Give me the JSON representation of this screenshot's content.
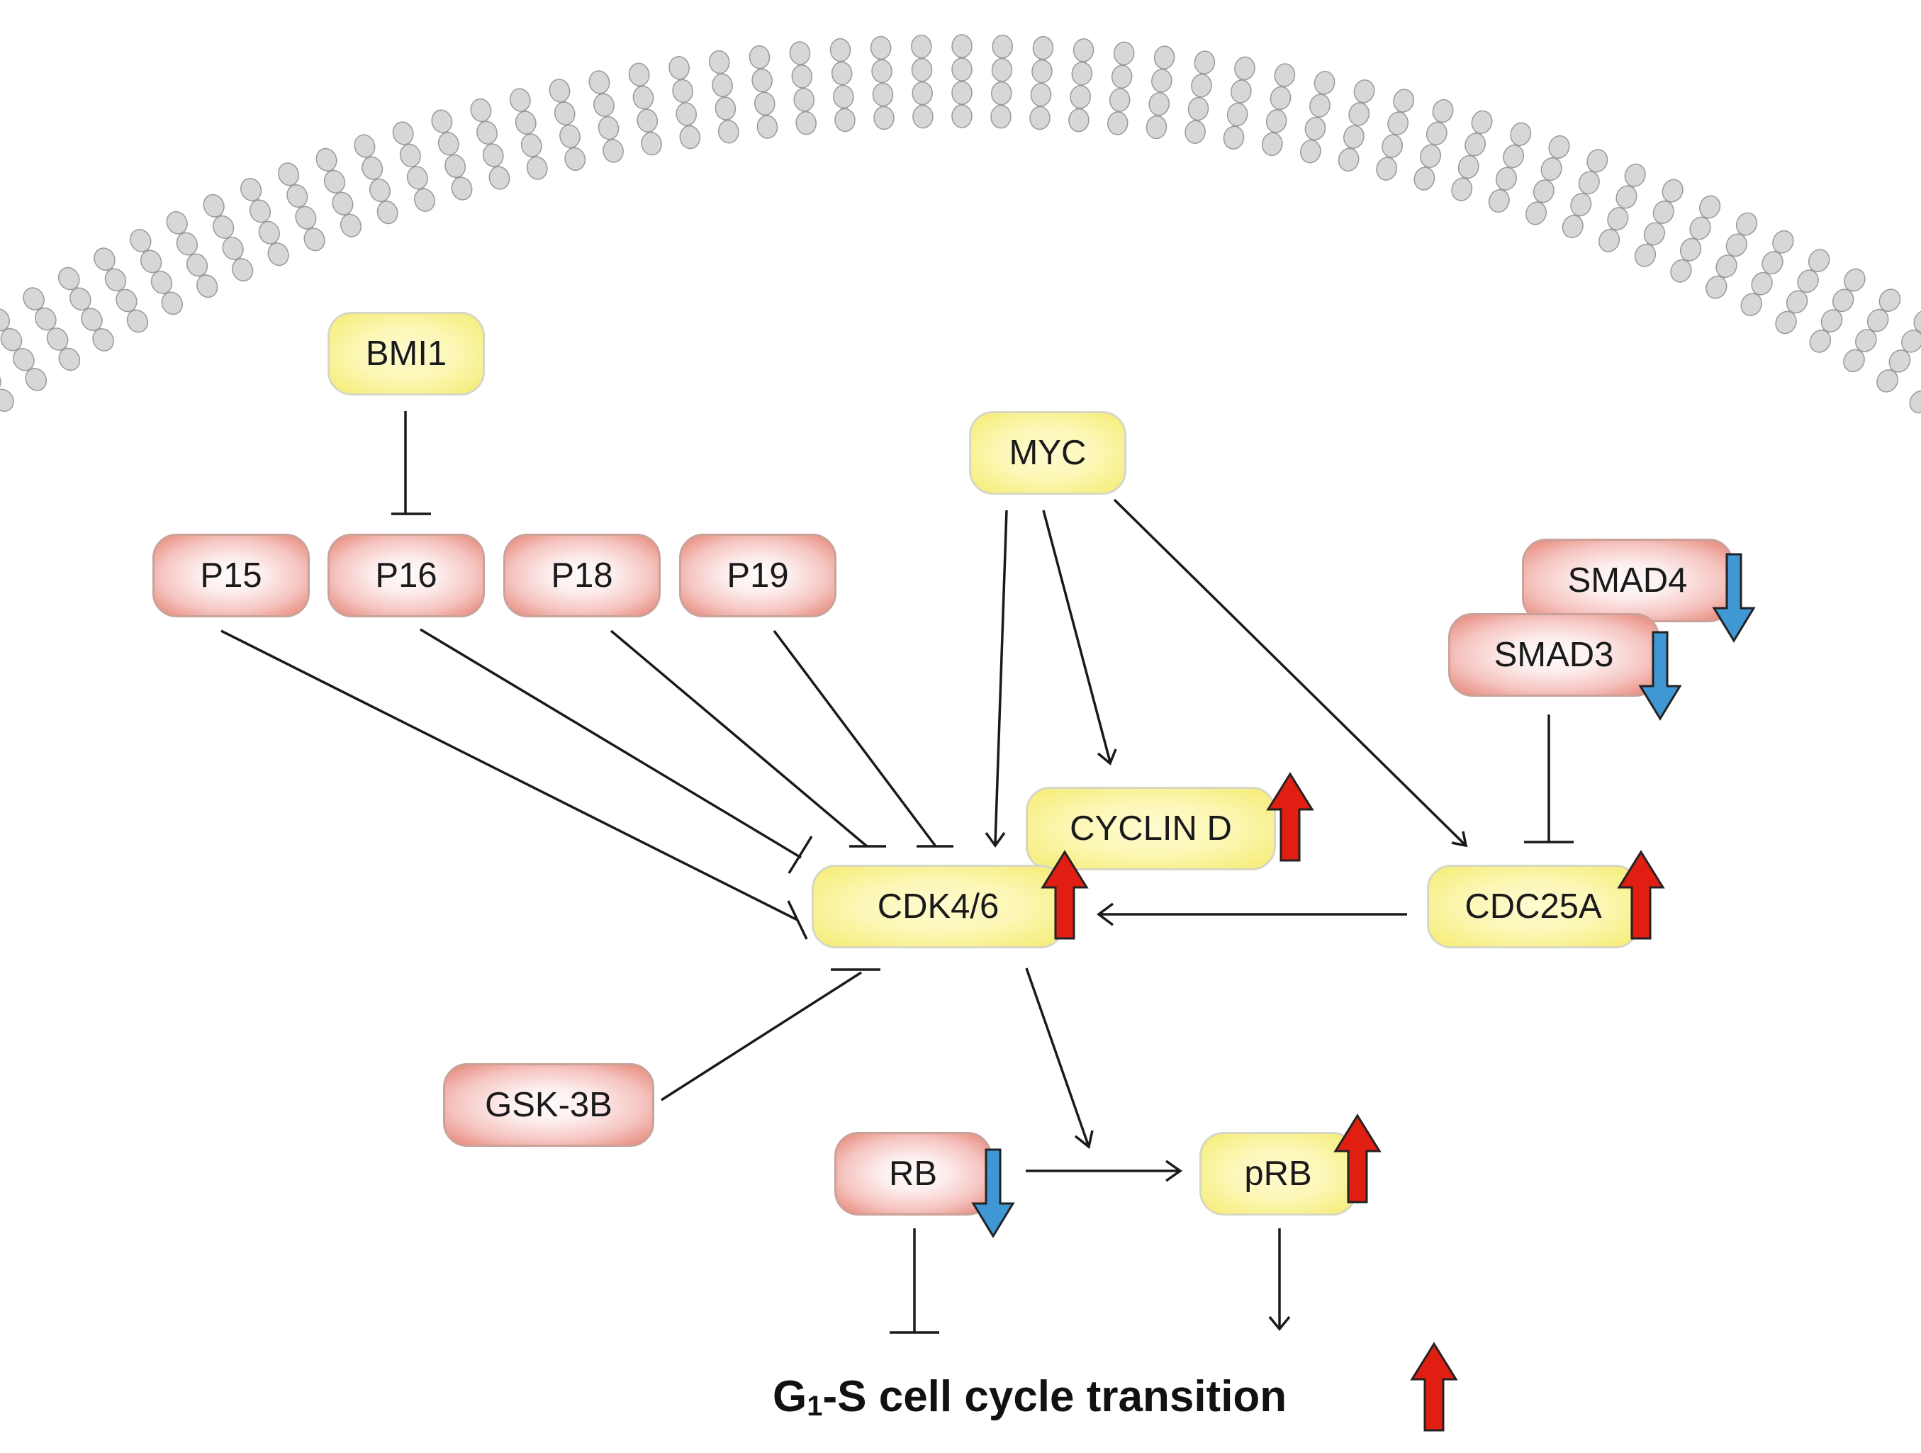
{
  "colors": {
    "up_arrow": "#e01f12",
    "down_arrow": "#3f97d4",
    "membrane_bead": "#d7d7d7",
    "edge": "#1a1a1a"
  },
  "nodes": {
    "bmi1": "BMI1",
    "myc": "MYC",
    "p15": "P15",
    "p16": "P16",
    "p18": "P18",
    "p19": "P19",
    "smad4": "SMAD4",
    "smad3": "SMAD3",
    "cyclin_d": "CYCLIN D",
    "cdk46": "CDK4/6",
    "cdc25a": "CDC25A",
    "gsk3b": "GSK-3B",
    "rb": "RB",
    "prb": "pRB"
  },
  "regulation": {
    "cyclin_d": "up",
    "cdk46": "up",
    "cdc25a": "up",
    "prb": "up",
    "smad4": "down",
    "smad3": "down",
    "rb": "down",
    "g1s": "up"
  },
  "interactions": [
    {
      "from": "bmi1",
      "to": "p16",
      "type": "inhibits"
    },
    {
      "from": "p15",
      "to": "cdk46",
      "type": "inhibits"
    },
    {
      "from": "p16",
      "to": "cdk46",
      "type": "inhibits"
    },
    {
      "from": "p18",
      "to": "cdk46",
      "type": "inhibits"
    },
    {
      "from": "p19",
      "to": "cdk46",
      "type": "inhibits"
    },
    {
      "from": "myc",
      "to": "cdk46",
      "type": "activates"
    },
    {
      "from": "myc",
      "to": "cyclin_d",
      "type": "activates"
    },
    {
      "from": "myc",
      "to": "cdc25a",
      "type": "activates"
    },
    {
      "from": "smad3",
      "to": "cdc25a",
      "type": "inhibits"
    },
    {
      "from": "cdc25a",
      "to": "cdk46",
      "type": "activates"
    },
    {
      "from": "gsk3b",
      "to": "cdk46",
      "type": "inhibits"
    },
    {
      "from": "cdk46",
      "to": "rb",
      "type": "phosphorylates"
    },
    {
      "from": "rb",
      "to": "prb",
      "type": "converts"
    },
    {
      "from": "rb",
      "to": "g1s",
      "type": "inhibits"
    },
    {
      "from": "prb",
      "to": "g1s",
      "type": "activates"
    }
  ],
  "caption": {
    "prefix": "G",
    "subscript": "1",
    "suffix": "-S cell cycle transition"
  }
}
